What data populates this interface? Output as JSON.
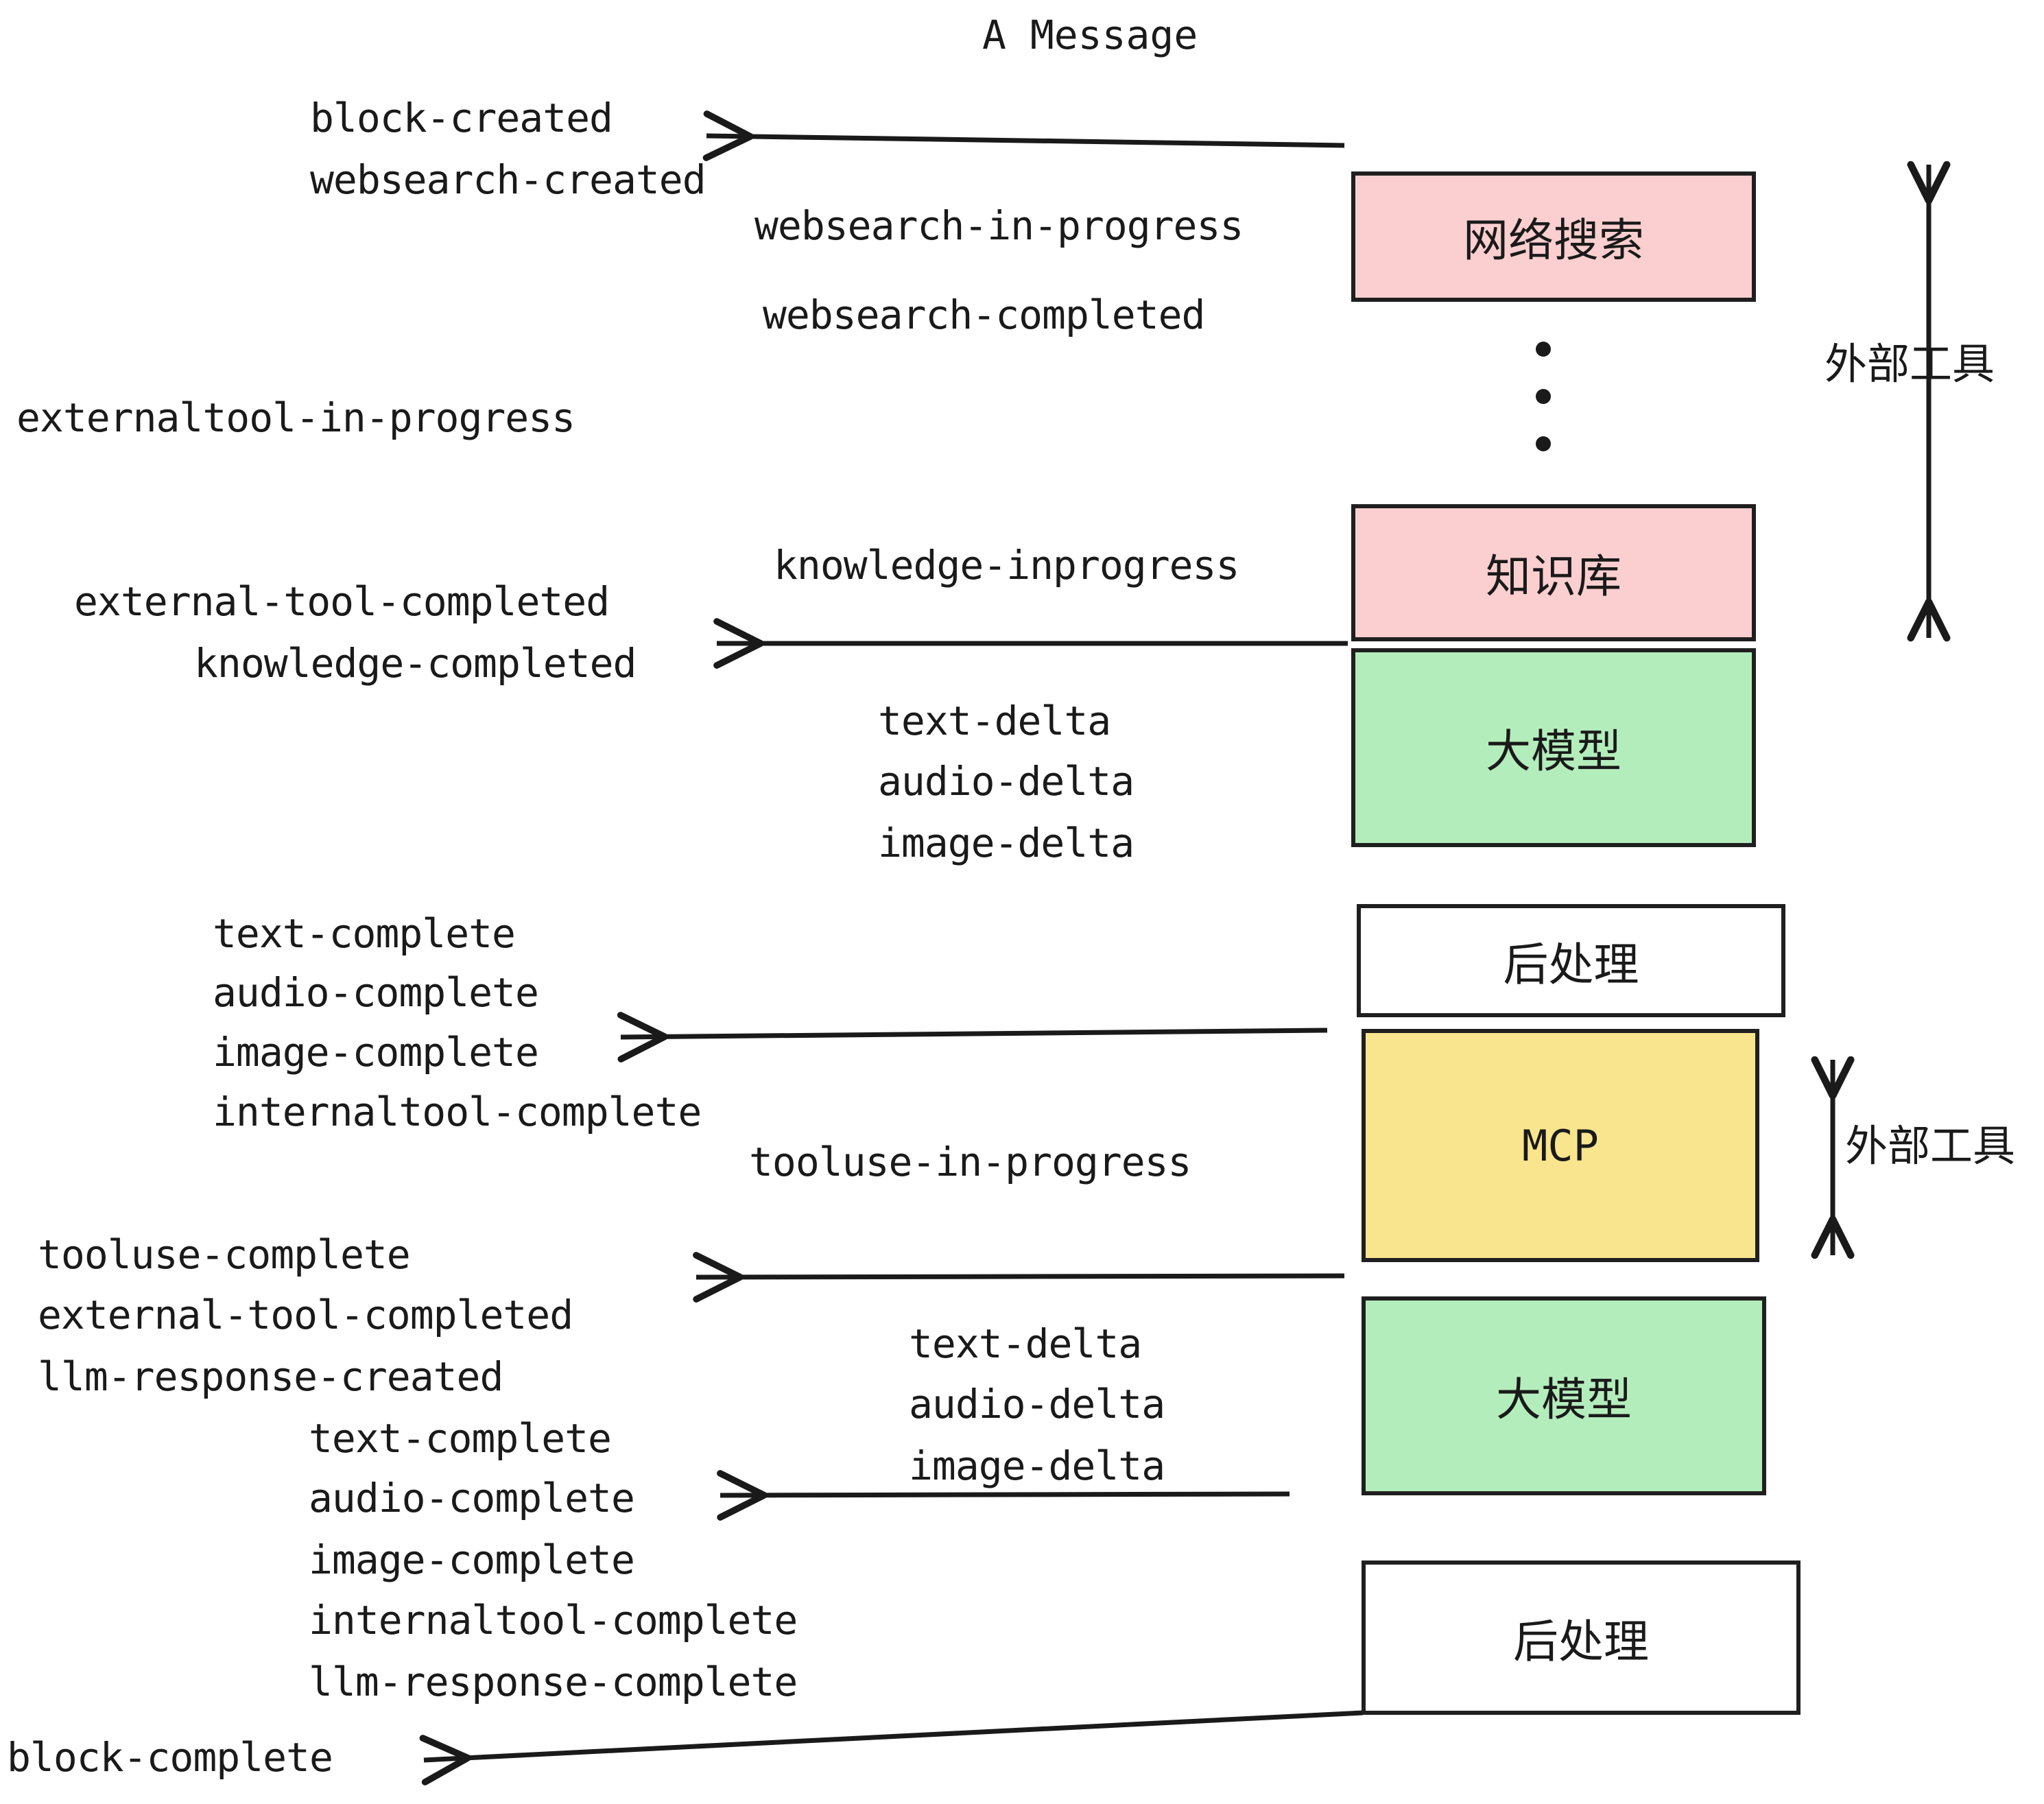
{
  "title": "A Message",
  "colors": {
    "pink": "#fbcfcf",
    "green": "#b4edbc",
    "yellow": "#fae58f",
    "white": "#ffffff",
    "stroke": "#1f1f1f",
    "text": "#1a1a1a"
  },
  "boxes": [
    {
      "id": "websearch",
      "label": "网络搜索",
      "fill": "#fbcfcf"
    },
    {
      "id": "knowledge-base",
      "label": "知识库",
      "fill": "#fbcfcf"
    },
    {
      "id": "llm-top",
      "label": "大模型",
      "fill": "#b4edbc"
    },
    {
      "id": "postprocess-top",
      "label": "后处理",
      "fill": "#ffffff"
    },
    {
      "id": "mcp",
      "label": "MCP",
      "fill": "#fae58f"
    },
    {
      "id": "llm-bottom",
      "label": "大模型",
      "fill": "#b4edbc"
    },
    {
      "id": "postprocess-bottom",
      "label": "后处理",
      "fill": "#ffffff"
    }
  ],
  "side_labels": [
    {
      "id": "external-tools-upper",
      "text": "外部工具"
    },
    {
      "id": "external-tools-lower",
      "text": "外部工具"
    }
  ],
  "events": [
    {
      "id": "block-created",
      "text": "block-created"
    },
    {
      "id": "websearch-created",
      "text": "websearch-created"
    },
    {
      "id": "websearch-in-progress",
      "text": "websearch-in-progress"
    },
    {
      "id": "websearch-completed",
      "text": "websearch-completed"
    },
    {
      "id": "externaltool-in-progress",
      "text": "externaltool-in-progress"
    },
    {
      "id": "knowledge-inprogress",
      "text": "knowledge-inprogress"
    },
    {
      "id": "external-tool-completed-1",
      "text": "external-tool-completed"
    },
    {
      "id": "knowledge-completed",
      "text": "knowledge-completed"
    },
    {
      "id": "text-delta-1",
      "text": "text-delta"
    },
    {
      "id": "audio-delta-1",
      "text": "audio-delta"
    },
    {
      "id": "image-delta-1",
      "text": "image-delta"
    },
    {
      "id": "text-complete-1",
      "text": "text-complete"
    },
    {
      "id": "audio-complete-1",
      "text": "audio-complete"
    },
    {
      "id": "image-complete-1",
      "text": "image-complete"
    },
    {
      "id": "internaltool-complete-1",
      "text": "internaltool-complete"
    },
    {
      "id": "tooluse-in-progress",
      "text": "tooluse-in-progress"
    },
    {
      "id": "tooluse-complete",
      "text": "tooluse-complete"
    },
    {
      "id": "external-tool-completed-2",
      "text": "external-tool-completed"
    },
    {
      "id": "llm-response-created",
      "text": "llm-response-created"
    },
    {
      "id": "text-delta-2",
      "text": "text-delta"
    },
    {
      "id": "audio-delta-2",
      "text": "audio-delta"
    },
    {
      "id": "image-delta-2",
      "text": "image-delta"
    },
    {
      "id": "text-complete-2",
      "text": "text-complete"
    },
    {
      "id": "audio-complete-2",
      "text": "audio-complete"
    },
    {
      "id": "image-complete-2",
      "text": "image-complete"
    },
    {
      "id": "internaltool-complete-2",
      "text": "internaltool-complete"
    },
    {
      "id": "llm-response-complete",
      "text": "llm-response-complete"
    },
    {
      "id": "block-complete",
      "text": "block-complete"
    }
  ],
  "ellipsis": {
    "id": "vertical-ellipsis",
    "dots": 3
  }
}
